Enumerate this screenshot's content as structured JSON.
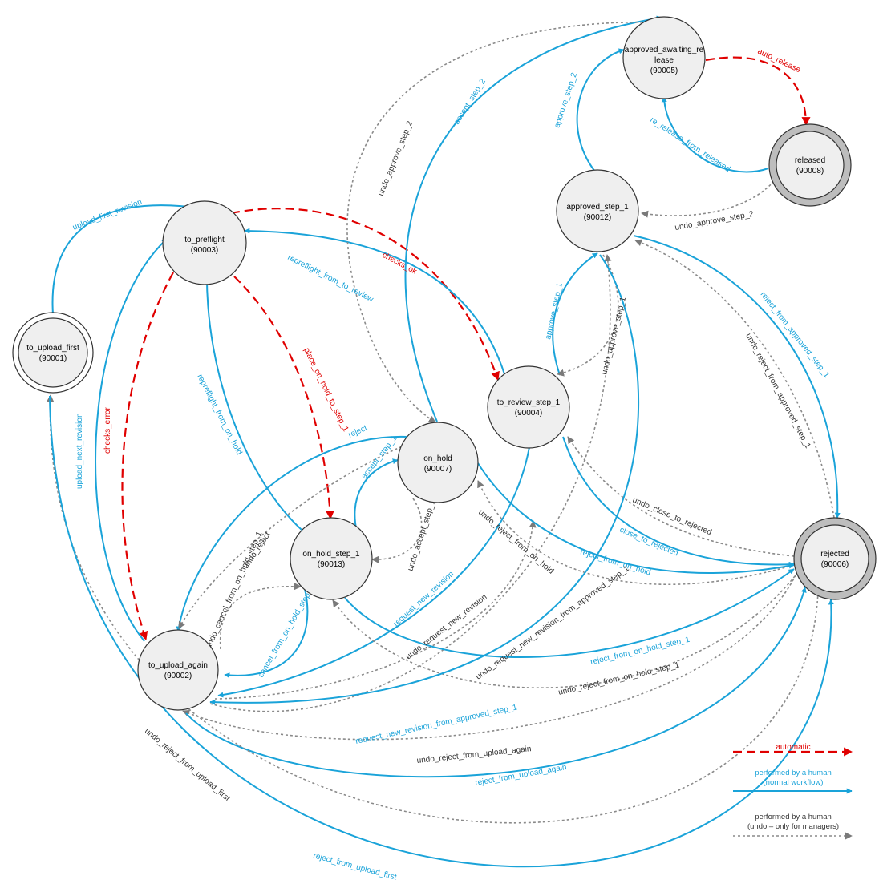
{
  "colors": {
    "normal": "#1aa3d9",
    "undo": "#8a8a8a",
    "automatic": "#e00000",
    "node_fill": "#efefef",
    "node_stroke": "#333333",
    "final_ring": "#bdbdbd"
  },
  "states": [
    {
      "key": "to_upload_first",
      "name": "to_upload_first",
      "id": "(90001)",
      "kind": "initial"
    },
    {
      "key": "to_preflight",
      "name": "to_preflight",
      "id": "(90003)",
      "kind": "normal"
    },
    {
      "key": "to_upload_again",
      "name": "to_upload_again",
      "id": "(90002)",
      "kind": "normal"
    },
    {
      "key": "on_hold_step_1",
      "name": "on_hold_step_1",
      "id": "(90013)",
      "kind": "normal"
    },
    {
      "key": "on_hold",
      "name": "on_hold",
      "id": "(90007)",
      "kind": "normal"
    },
    {
      "key": "to_review_step_1",
      "name": "to_review_step_1",
      "id": "(90004)",
      "kind": "normal"
    },
    {
      "key": "approved_step_1",
      "name": "approved_step_1",
      "id": "(90012)",
      "kind": "normal"
    },
    {
      "key": "approved_awaiting_release",
      "name_line1": "approved_awaiting_re",
      "name_line2": "lease",
      "id": "(90005)",
      "kind": "normal"
    },
    {
      "key": "released",
      "name": "released",
      "id": "(90008)",
      "kind": "final"
    },
    {
      "key": "rejected",
      "name": "rejected",
      "id": "(90006)",
      "kind": "final"
    }
  ],
  "transitions": [
    {
      "key": "upload_first_revision",
      "label": "upload_first_revision",
      "type": "normal"
    },
    {
      "key": "upload_next_revision",
      "label": "upload_next_revision",
      "type": "normal"
    },
    {
      "key": "checks_error",
      "label": "checks_error",
      "type": "automatic"
    },
    {
      "key": "checks_ok",
      "label": "checks_ok",
      "type": "automatic"
    },
    {
      "key": "place_on_hold_to_step_1",
      "label": "place_on_hold_to_step_1",
      "type": "automatic"
    },
    {
      "key": "auto_release",
      "label": "auto_release",
      "type": "automatic"
    },
    {
      "key": "repreflight_from_to_review",
      "label": "repreflight_from_to_review",
      "type": "normal"
    },
    {
      "key": "repreflight_from_on_hold",
      "label": "repreflight_from_on_hold",
      "type": "normal"
    },
    {
      "key": "accept_step_2",
      "label": "accept_step_2",
      "type": "normal"
    },
    {
      "key": "undo_approve_step_2_left",
      "label": "undo_approve_step_2",
      "type": "undo"
    },
    {
      "key": "approve_step_2",
      "label": "approve_step_2",
      "type": "normal"
    },
    {
      "key": "re_release_from_released",
      "label": "re_release_from_released",
      "type": "normal"
    },
    {
      "key": "undo_approve_step_2_right",
      "label": "undo_approve_step_2",
      "type": "undo"
    },
    {
      "key": "approve_step_1",
      "label": "approve_step_1",
      "type": "normal"
    },
    {
      "key": "undo_approve_step_1",
      "label": "undo_approve_step_1",
      "type": "undo"
    },
    {
      "key": "reject_from_approved_step_1",
      "label": "reject_from_approved_step_1",
      "type": "normal"
    },
    {
      "key": "undo_reject_from_approved_step_1",
      "label": "undo_reject_from_approved_step_1",
      "type": "undo"
    },
    {
      "key": "reject",
      "label": "reject",
      "type": "normal"
    },
    {
      "key": "undo_reject",
      "label": "undo_reject",
      "type": "undo"
    },
    {
      "key": "accept_step_1",
      "label": "accept_step_1",
      "type": "normal"
    },
    {
      "key": "undo_accept_step_1",
      "label": "undo_accept_step_1",
      "type": "undo"
    },
    {
      "key": "undo_cancel_from_on_hold_step_1",
      "label": "undo_cancel_from_on_hold_step_1",
      "type": "undo"
    },
    {
      "key": "cancel_from_on_hold_step_1",
      "label": "cancel_from_on_hold_step_1",
      "type": "normal"
    },
    {
      "key": "request_new_revision",
      "label": "request_new_revision",
      "type": "normal"
    },
    {
      "key": "undo_request_new_revision",
      "label": "undo_request_new_revision",
      "type": "undo"
    },
    {
      "key": "undo_reject_from_on_hold",
      "label": "undo_reject_from_on_hold",
      "type": "undo"
    },
    {
      "key": "undo_request_new_revision_from_approved_step_1",
      "label": "undo_request_new_revision_from_approved_step_1",
      "type": "undo"
    },
    {
      "key": "undo_close_to_rejected",
      "label": "undo_close_to_rejected",
      "type": "undo"
    },
    {
      "key": "close_to_rejected",
      "label": "close_to_rejected",
      "type": "normal"
    },
    {
      "key": "reject_from_on_hold",
      "label": "reject_from_on_hold",
      "type": "normal"
    },
    {
      "key": "reject_from_on_hold_step_1",
      "label": "reject_from_on_hold_step_1",
      "type": "normal"
    },
    {
      "key": "undo_reject_from_on_hold_step_1",
      "label": "undo_reject_from_on_hold_step_1",
      "type": "undo"
    },
    {
      "key": "request_new_revision_from_approved_step_1",
      "label": "request_new_revision_from_approved_step_1",
      "type": "normal"
    },
    {
      "key": "undo_reject_from_upload_again",
      "label": "undo_reject_from_upload_again",
      "type": "undo"
    },
    {
      "key": "reject_from_upload_again",
      "label": "reject_from_upload_again",
      "type": "normal"
    },
    {
      "key": "undo_reject_from_upload_first",
      "label": "undo_reject_from_upload_first",
      "type": "undo"
    },
    {
      "key": "reject_from_upload_first",
      "label": "reject_from_upload_first",
      "type": "normal"
    }
  ],
  "legend": {
    "automatic": "automatic",
    "human_line1": "performed by a human",
    "human_line2": "(normal workflow)",
    "undo_line1": "performed by a human",
    "undo_line2": "(undo – only for managers)"
  }
}
